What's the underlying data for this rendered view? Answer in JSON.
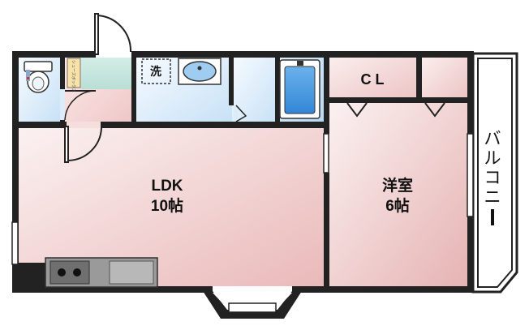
{
  "rooms": {
    "ldk": {
      "name": "LDK",
      "size": "10帖"
    },
    "western": {
      "name": "洋室",
      "size": "6帖"
    },
    "closet": {
      "name": "C L"
    },
    "balcony": {
      "name": "バルコニー"
    },
    "laundry": {
      "name": "洗"
    },
    "shoebox": {
      "name": "シューズボックス"
    }
  },
  "colors": {
    "wall": "#222222",
    "living_floor": "#f1d0d0",
    "wet_area": "#d7ebfa",
    "bath": "#4d9be0",
    "kitchen": "#7f7f7f"
  }
}
